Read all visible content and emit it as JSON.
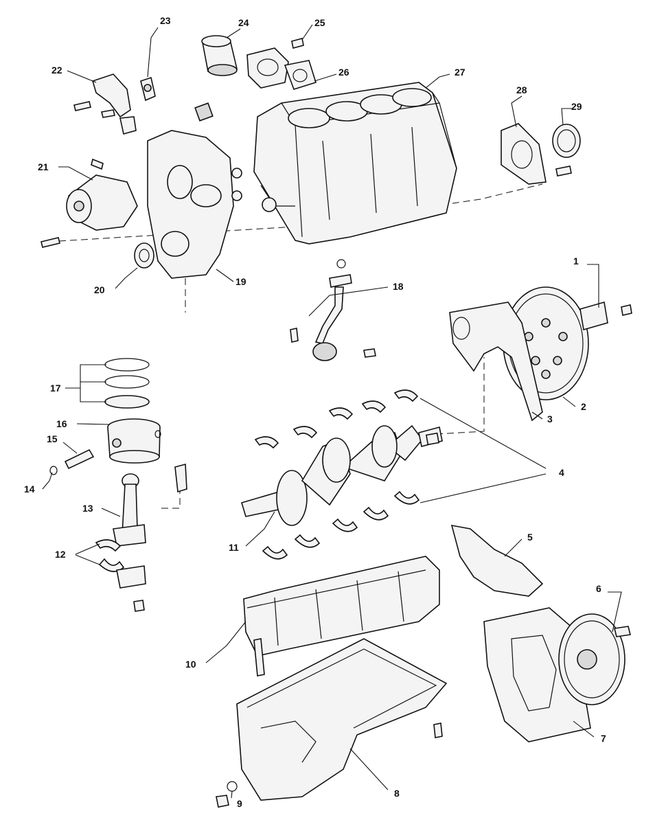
{
  "diagram": {
    "callouts": [
      "1",
      "2",
      "3",
      "4",
      "5",
      "6",
      "7",
      "8",
      "9",
      "10",
      "11",
      "12",
      "13",
      "14",
      "15",
      "16",
      "17",
      "18",
      "19",
      "20",
      "21",
      "22",
      "23",
      "24",
      "25",
      "26",
      "27",
      "28",
      "29"
    ],
    "line_color": "#111111",
    "background": "#ffffff"
  }
}
